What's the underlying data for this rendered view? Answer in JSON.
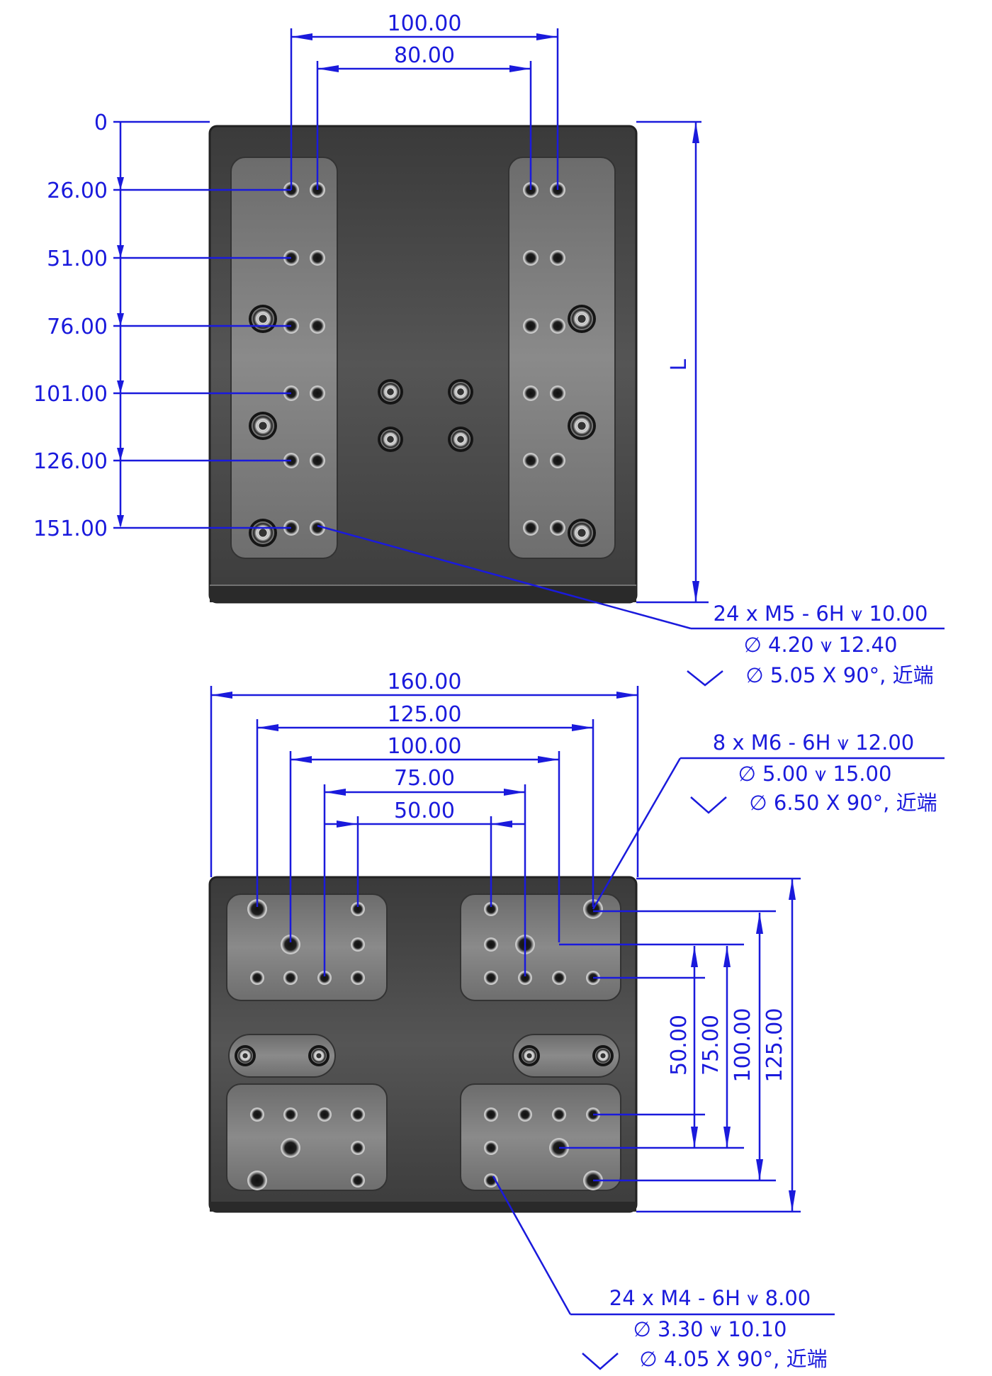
{
  "top_view": {
    "width_dims": [
      "100.00",
      "80.00"
    ],
    "ordinates": [
      "0",
      "26.00",
      "51.00",
      "76.00",
      "101.00",
      "126.00",
      "151.00"
    ],
    "length_label": "L",
    "callout": {
      "line1": "24 x  M5 - 6H ⩛ 10.00",
      "line2": "∅ 4.20 ⩛ 12.40",
      "line3": "∅ 5.05 X 90°, 近端"
    }
  },
  "bottom_view": {
    "width_dims": [
      "160.00",
      "125.00",
      "100.00",
      "75.00",
      "50.00"
    ],
    "height_dims": [
      "50.00",
      "75.00",
      "100.00",
      "125.00"
    ],
    "callout_m6": {
      "line1": "8 x  M6 - 6H ⩛ 12.00",
      "line2": "∅ 5.00 ⩛ 15.00",
      "line3": "∅ 6.50 X 90°, 近端"
    },
    "callout_m4": {
      "line1": "24 x  M4 - 6H ⩛ 8.00",
      "line2": "∅ 3.30 ⩛ 10.10",
      "line3": "∅ 4.05 X 90°, 近端"
    }
  },
  "colors": {
    "dimension": "#1a1adc",
    "plate": "#4b4b4b",
    "pad": "#7a7a7a"
  }
}
